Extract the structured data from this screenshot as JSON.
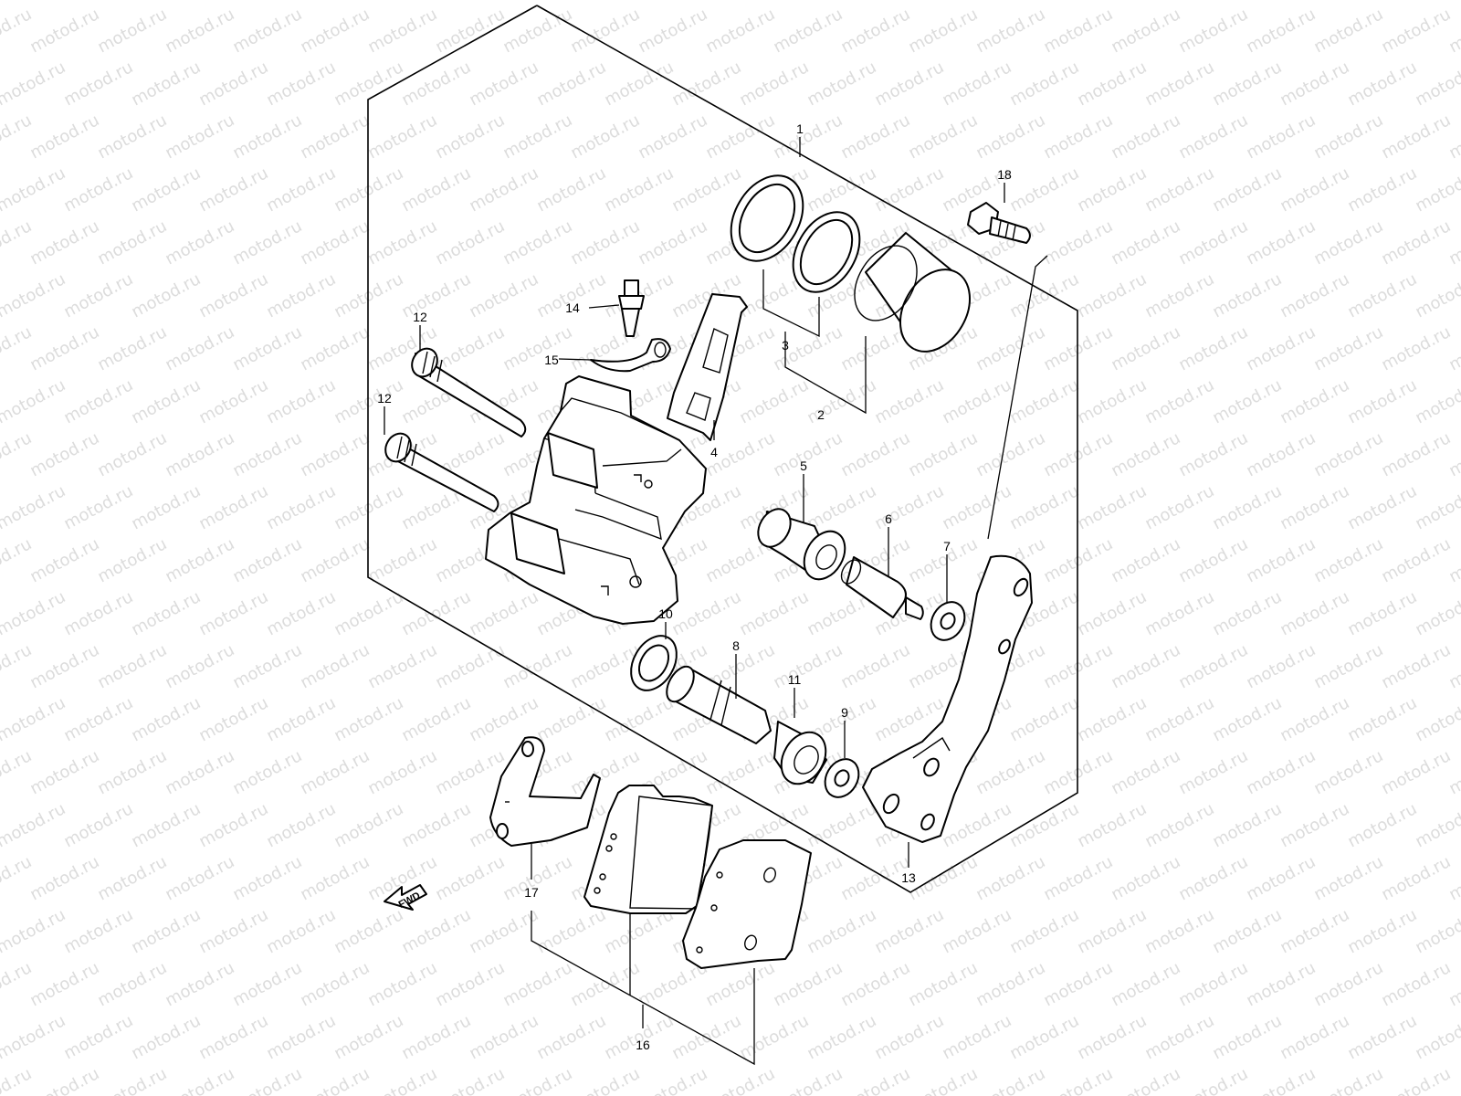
{
  "watermark": {
    "text": "motod.ru"
  },
  "colors": {
    "line": "#000000",
    "background": "#ffffff",
    "watermark": "#dcdcdc"
  },
  "fwd_arrow": {
    "label": "FWD",
    "icon": "fwd-arrow-icon"
  },
  "callouts": [
    {
      "id": "1",
      "text": "1"
    },
    {
      "id": "2",
      "text": "2"
    },
    {
      "id": "3",
      "text": "3"
    },
    {
      "id": "4",
      "text": "4"
    },
    {
      "id": "5",
      "text": "5"
    },
    {
      "id": "6",
      "text": "6"
    },
    {
      "id": "7",
      "text": "7"
    },
    {
      "id": "8",
      "text": "8"
    },
    {
      "id": "9",
      "text": "9"
    },
    {
      "id": "10",
      "text": "10"
    },
    {
      "id": "11",
      "text": "11"
    },
    {
      "id": "12a",
      "text": "12"
    },
    {
      "id": "12b",
      "text": "12"
    },
    {
      "id": "13",
      "text": "13"
    },
    {
      "id": "14",
      "text": "14"
    },
    {
      "id": "15",
      "text": "15"
    },
    {
      "id": "16",
      "text": "16"
    },
    {
      "id": "17",
      "text": "17"
    },
    {
      "id": "18",
      "text": "18"
    }
  ]
}
